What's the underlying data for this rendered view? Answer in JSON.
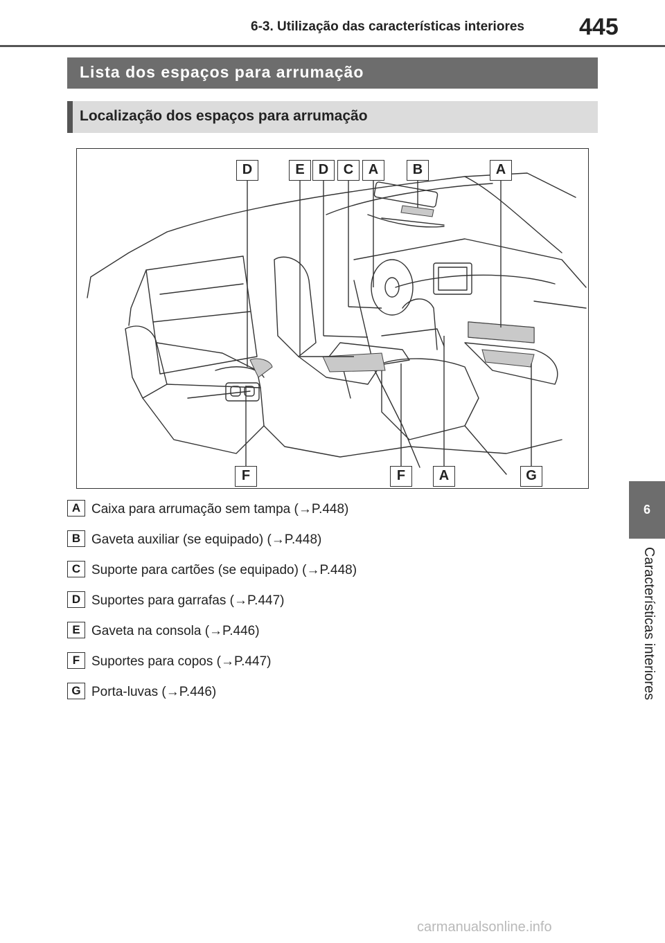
{
  "header": {
    "section_title": "6-3. Utilização das características interiores",
    "page_number": "445"
  },
  "section": {
    "title": "Lista dos espaços para arrumação"
  },
  "subsection": {
    "title": "Localização dos espaços para arrumação"
  },
  "figure": {
    "top_callouts": [
      "D",
      "E",
      "D",
      "C",
      "A",
      "B",
      "A"
    ],
    "bottom_callouts": [
      "F",
      "F",
      "A",
      "G"
    ]
  },
  "legend": [
    {
      "key": "A",
      "text": "Caixa para arrumação sem tampa (→P.448)"
    },
    {
      "key": "B",
      "text": "Gaveta auxiliar (se equipado) (→P.448)"
    },
    {
      "key": "C",
      "text": "Suporte para cartões (se equipado) (→P.448)"
    },
    {
      "key": "D",
      "text": "Suportes para garrafas (→P.447)"
    },
    {
      "key": "E",
      "text": "Gaveta na consola (→P.446)"
    },
    {
      "key": "F",
      "text": "Suportes para copos (→P.447)"
    },
    {
      "key": "G",
      "text": "Porta-luvas (→P.446)"
    }
  ],
  "side_tab": {
    "number": "6",
    "label": "Características interiores"
  },
  "watermark": "carmanualsonline.info"
}
